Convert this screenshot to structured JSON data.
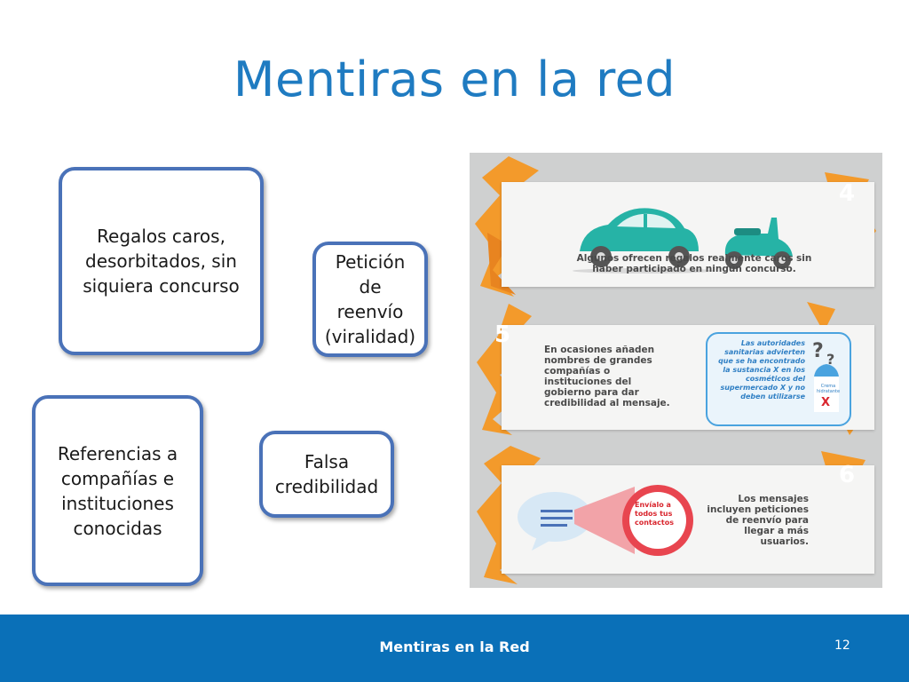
{
  "slide": {
    "title": "Mentiras en la red",
    "boxes": [
      "Regalos caros, desorbitados, sin siquiera concurso",
      "Petición de reenvío (viralidad)",
      "Referencias a compañías e instituciones conocidas",
      "Falsa credibilidad"
    ]
  },
  "infographic": {
    "panel4": {
      "number": "4",
      "text": "Algunos ofrecen regalos realmente caros sin haber participado en ningún concurso."
    },
    "panel5": {
      "number": "5",
      "text": "En ocasiones añaden nombres de grandes compañías o instituciones del gobierno para dar credibilidad al mensaje.",
      "bubble_text": "Las autoridades sanitarias advierten que se ha encontrado la sustancia X en los cosméticos del supermercado X y no deben utilizarse",
      "product_label": "Crema hidratante",
      "product_mark": "X"
    },
    "panel6": {
      "number": "6",
      "text": "Los mensajes incluyen peticiones de reenvío para llegar a más usuarios.",
      "circle_text": "Envíalo a todos tus contactos"
    },
    "colors": {
      "accent": "#f39a2b",
      "teal": "#26b3a6",
      "red": "#e8454f",
      "blue": "#4aa3df"
    }
  },
  "footer": {
    "text": "Mentiras en la Red",
    "page_number": "12"
  }
}
